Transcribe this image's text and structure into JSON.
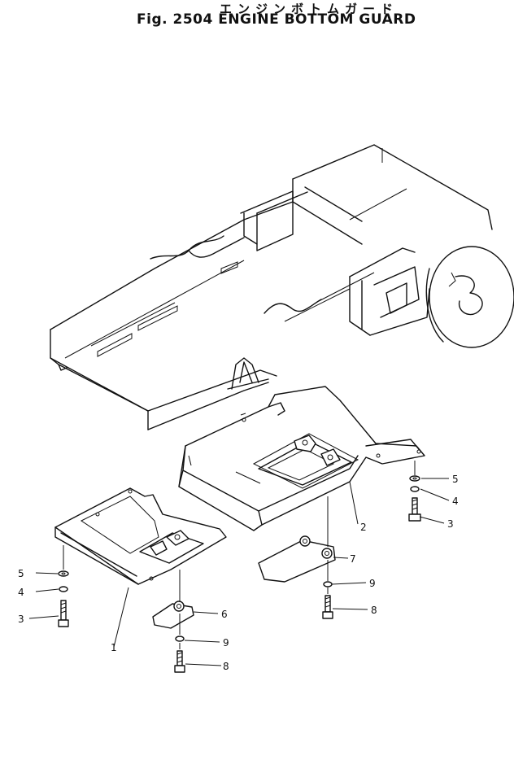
{
  "title": {
    "japanese": "エンジンボトムガード",
    "english": "Fig. 2504 ENGINE BOTTOM GUARD"
  },
  "callouts": {
    "c1": "1",
    "c2": "2",
    "c3_left": "3",
    "c4_left": "4",
    "c5_left": "5",
    "c3_right": "3",
    "c4_right": "4",
    "c5_right": "5",
    "c6": "6",
    "c7": "7",
    "c8_left": "8",
    "c8_right": "8",
    "c9_left": "9",
    "c9_right": "9"
  }
}
